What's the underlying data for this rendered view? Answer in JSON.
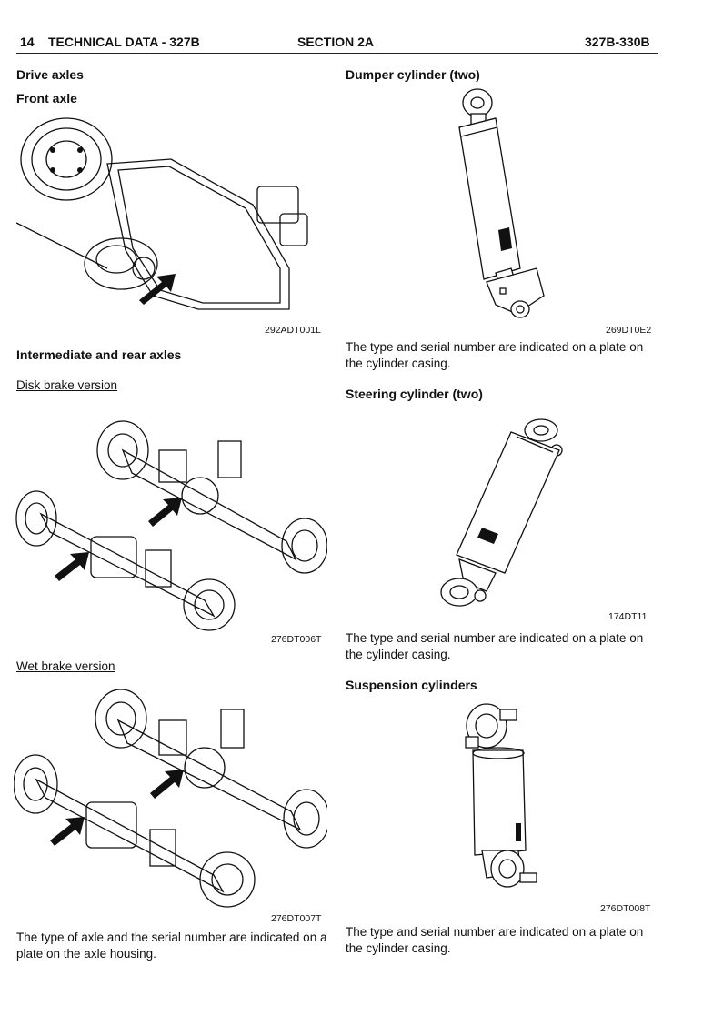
{
  "header": {
    "page_number": "14",
    "title": "TECHNICAL DATA - 327B",
    "section": "SECTION 2A",
    "models": "327B-330B"
  },
  "left": {
    "drive_axles_heading": "Drive axles",
    "front_axle_heading": "Front axle",
    "front_axle_caption": "292ADT001L",
    "intermediate_heading": "Intermediate and rear axles",
    "disk_brake_label": "Disk brake version",
    "disk_brake_caption": "276DT006T",
    "wet_brake_label": "Wet brake version",
    "wet_brake_caption": "276DT007T",
    "axle_plate_text": "The type of axle and the serial number are indicated on a plate on the axle housing."
  },
  "right": {
    "dumper_heading": "Dumper cylinder (two)",
    "dumper_caption": "269DT0E2",
    "dumper_text": "The type and serial number are indicated on a plate on the cylinder casing.",
    "steering_heading": "Steering cylinder (two)",
    "steering_caption": "174DT11",
    "steering_text": "The type and serial number are indicated on a plate on the cylinder casing.",
    "suspension_heading": "Suspension cylinders",
    "suspension_caption": "276DT008T",
    "suspension_text": "The type and serial number are indicated on a plate on the cylinder casing."
  }
}
